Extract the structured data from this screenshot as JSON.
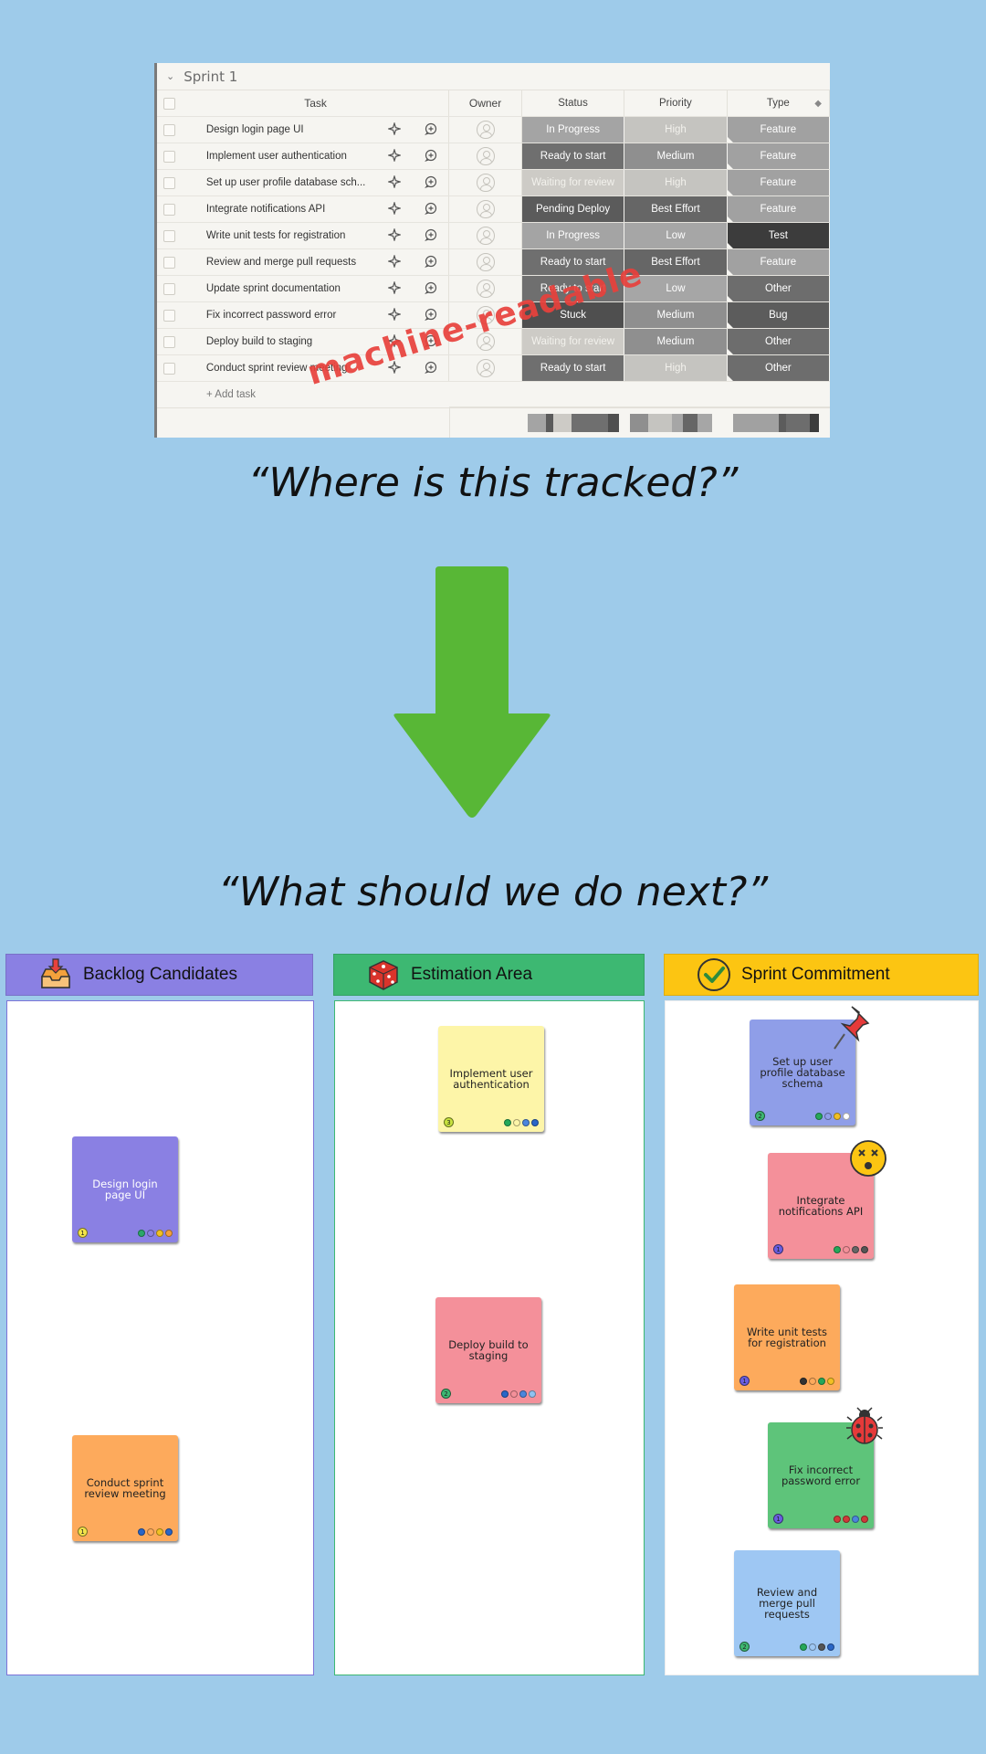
{
  "table": {
    "group_name": "Sprint 1",
    "columns": [
      "Task",
      "Owner",
      "Status",
      "Priority",
      "Type"
    ],
    "rows": [
      {
        "task": "Design login page UI",
        "status": "In Progress",
        "priority": "High",
        "type": "Feature"
      },
      {
        "task": "Implement user authentication",
        "status": "Ready to start",
        "priority": "Medium",
        "type": "Feature"
      },
      {
        "task": "Set up user profile database sch...",
        "status": "Waiting for review",
        "priority": "High",
        "type": "Feature"
      },
      {
        "task": "Integrate notifications API",
        "status": "Pending Deploy",
        "priority": "Best Effort",
        "type": "Feature"
      },
      {
        "task": "Write unit tests for registration",
        "status": "In Progress",
        "priority": "Low",
        "type": "Test"
      },
      {
        "task": "Review and merge pull requests",
        "status": "Ready to start",
        "priority": "Best Effort",
        "type": "Feature"
      },
      {
        "task": "Update sprint documentation",
        "status": "Ready to start",
        "priority": "Low",
        "type": "Other"
      },
      {
        "task": "Fix incorrect password error",
        "status": "Stuck",
        "priority": "Medium",
        "type": "Bug"
      },
      {
        "task": "Deploy build to staging",
        "status": "Waiting for review",
        "priority": "Medium",
        "type": "Other"
      },
      {
        "task": "Conduct sprint review meeting",
        "status": "Ready to start",
        "priority": "High",
        "type": "Other"
      }
    ],
    "add_task_label": "+ Add task",
    "watermark": "machine-readable",
    "colors": {
      "In Progress": "#a4a4a4",
      "Ready to start": "#6f6f6f",
      "Waiting for review": "#cdcbc6",
      "Pending Deploy": "#5b5b5b",
      "Stuck": "#4f4f4f",
      "High": "#c5c4c0",
      "Medium": "#8f8f8f",
      "Low": "#a6a6a6",
      "Best Effort": "#666666",
      "Feature": "#a1a1a1",
      "Test": "#3c3c3c",
      "Other": "#6d6d6d",
      "Bug": "#5c5c5c"
    }
  },
  "question_top": "“Where is this tracked?”",
  "question_bottom": "“What should we do next?”",
  "arrow_color": "#58b736",
  "board": {
    "columns": [
      {
        "title": "Backlog Candidates",
        "icon": "inbox-icon",
        "header_color": "#8a80e3",
        "border_color": "#7d73d8",
        "notes": [
          {
            "text": "Design login page UI",
            "color": "#8a80e3",
            "text_color": "#ffffff",
            "number": "1",
            "num_color": "#f3e44a",
            "dots": [
              "#2ba86a",
              "#8a80e3",
              "#f2c023",
              "#f4a03c"
            ]
          },
          {
            "text": "Conduct sprint review meeting",
            "color": "#fdaa5c",
            "text_color": "#222222",
            "number": "1",
            "num_color": "#f3e44a",
            "dots": [
              "#2a66c7",
              "#fdaa5c",
              "#f2c023",
              "#2a66c7"
            ]
          }
        ]
      },
      {
        "title": "Estimation Area",
        "icon": "dice-icon",
        "header_color": "#3db872",
        "border_color": "#3db872",
        "notes": [
          {
            "text": "Implement user authentication",
            "color": "#fdf5a8",
            "text_color": "#222222",
            "number": "3",
            "num_color": "#c8e23e",
            "dots": [
              "#25a85a",
              "#fdf5a8",
              "#4c86dd",
              "#2a66c7"
            ]
          },
          {
            "text": "Deploy build to staging",
            "color": "#f4909a",
            "text_color": "#222222",
            "number": "2",
            "num_color": "#3db872",
            "dots": [
              "#2a66c7",
              "#f4909a",
              "#4c86dd",
              "#8fc2f0"
            ]
          }
        ]
      },
      {
        "title": "Sprint Commitment",
        "icon": "checkmark-icon",
        "header_color": "#fcc512",
        "border_color": "#ececec",
        "notes": [
          {
            "text": "Set up user profile database schema",
            "color": "#8f9ee8",
            "text_color": "#222222",
            "number": "2",
            "num_color": "#3db872",
            "dots": [
              "#25a85a",
              "#8f9ee8",
              "#f2c023",
              "#ffffff"
            ],
            "sticker": "pushpin-icon"
          },
          {
            "text": "Integrate notifications API",
            "color": "#f4909a",
            "text_color": "#222222",
            "number": "1",
            "num_color": "#6a5ee0",
            "dots": [
              "#25a85a",
              "#f4909a",
              "#666666",
              "#555555"
            ],
            "sticker": "dizzy-face-icon"
          },
          {
            "text": "Write unit tests for registration",
            "color": "#fdaa5c",
            "text_color": "#222222",
            "number": "1",
            "num_color": "#6a5ee0",
            "dots": [
              "#333333",
              "#fdaa5c",
              "#25a85a",
              "#f2c023"
            ]
          },
          {
            "text": "Fix incorrect password error",
            "color": "#5ec47a",
            "text_color": "#222222",
            "number": "1",
            "num_color": "#6a5ee0",
            "dots": [
              "#d03a3a",
              "#d03a3a",
              "#4c86dd",
              "#d03a3a"
            ],
            "sticker": "ladybug-icon"
          },
          {
            "text": "Review and merge pull requests",
            "color": "#9ec7f3",
            "text_color": "#222222",
            "number": "2",
            "num_color": "#3db872",
            "dots": [
              "#25a85a",
              "#9ec7f3",
              "#555555",
              "#2a66c7"
            ]
          }
        ]
      }
    ]
  }
}
